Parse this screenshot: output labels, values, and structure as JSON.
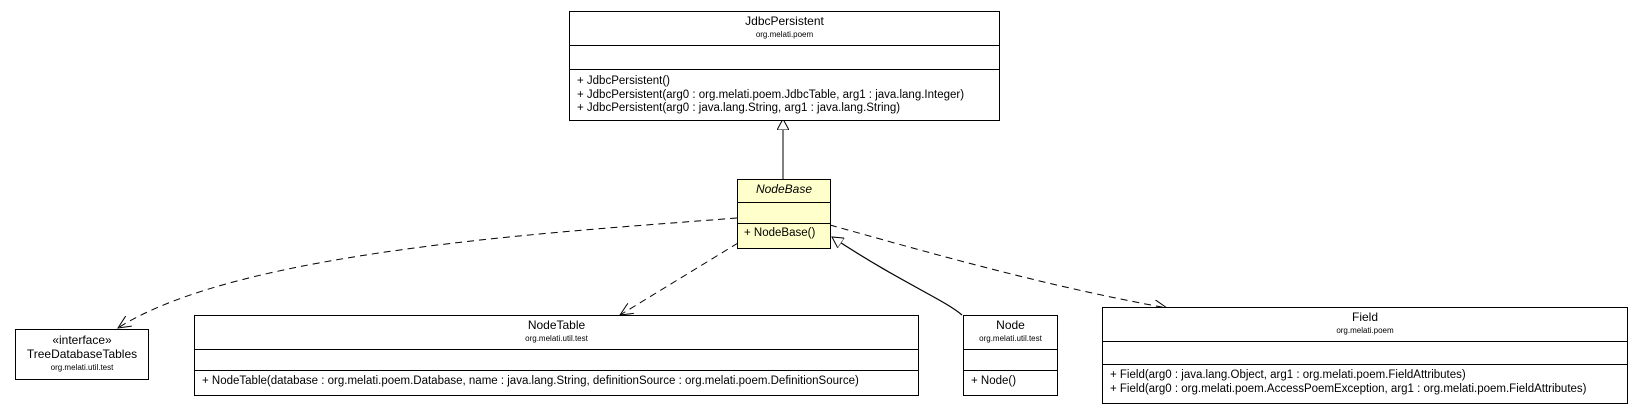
{
  "classes": {
    "jdbc": {
      "name": "JdbcPersistent",
      "package": "org.melati.poem",
      "operations": [
        "+ JdbcPersistent()",
        "+ JdbcPersistent(arg0 : org.melati.poem.JdbcTable, arg1 : java.lang.Integer)",
        "+ JdbcPersistent(arg0 : java.lang.String, arg1 : java.lang.String)"
      ]
    },
    "nodebase": {
      "name": "NodeBase",
      "operations": [
        "+ NodeBase()"
      ]
    },
    "tree": {
      "stereotype": "«interface»",
      "name": "TreeDatabaseTables",
      "package": "org.melati.util.test"
    },
    "nodetable": {
      "name": "NodeTable",
      "package": "org.melati.util.test",
      "operations": [
        "+ NodeTable(database : org.melati.poem.Database, name : java.lang.String, definitionSource : org.melati.poem.DefinitionSource)"
      ]
    },
    "node": {
      "name": "Node",
      "package": "org.melati.util.test",
      "operations": [
        "+ Node()"
      ]
    },
    "field": {
      "name": "Field",
      "package": "org.melati.poem",
      "operations": [
        "+ Field(arg0 : java.lang.Object, arg1 : org.melati.poem.FieldAttributes)",
        "+ Field(arg0 : org.melati.poem.AccessPoemException, arg1 : org.melati.poem.FieldAttributes)"
      ]
    }
  },
  "colors": {
    "line": "#000000",
    "highlight": "#ffffcc",
    "background": "#ffffff"
  }
}
